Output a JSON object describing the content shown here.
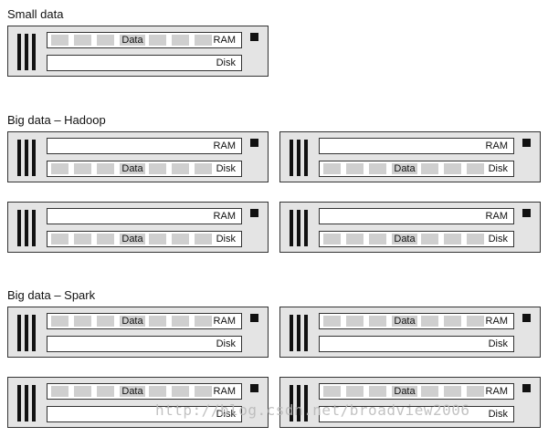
{
  "sections": {
    "small": {
      "title": "Small data"
    },
    "hadoop": {
      "title": "Big data – Hadoop"
    },
    "spark": {
      "title": "Big data – Spark"
    }
  },
  "labels": {
    "ram": "RAM",
    "disk": "Disk",
    "data": "Data"
  },
  "data_location": {
    "small": "RAM",
    "hadoop": "Disk",
    "spark": "RAM"
  },
  "watermark": "http://blog.csdn.net/broadview2006"
}
